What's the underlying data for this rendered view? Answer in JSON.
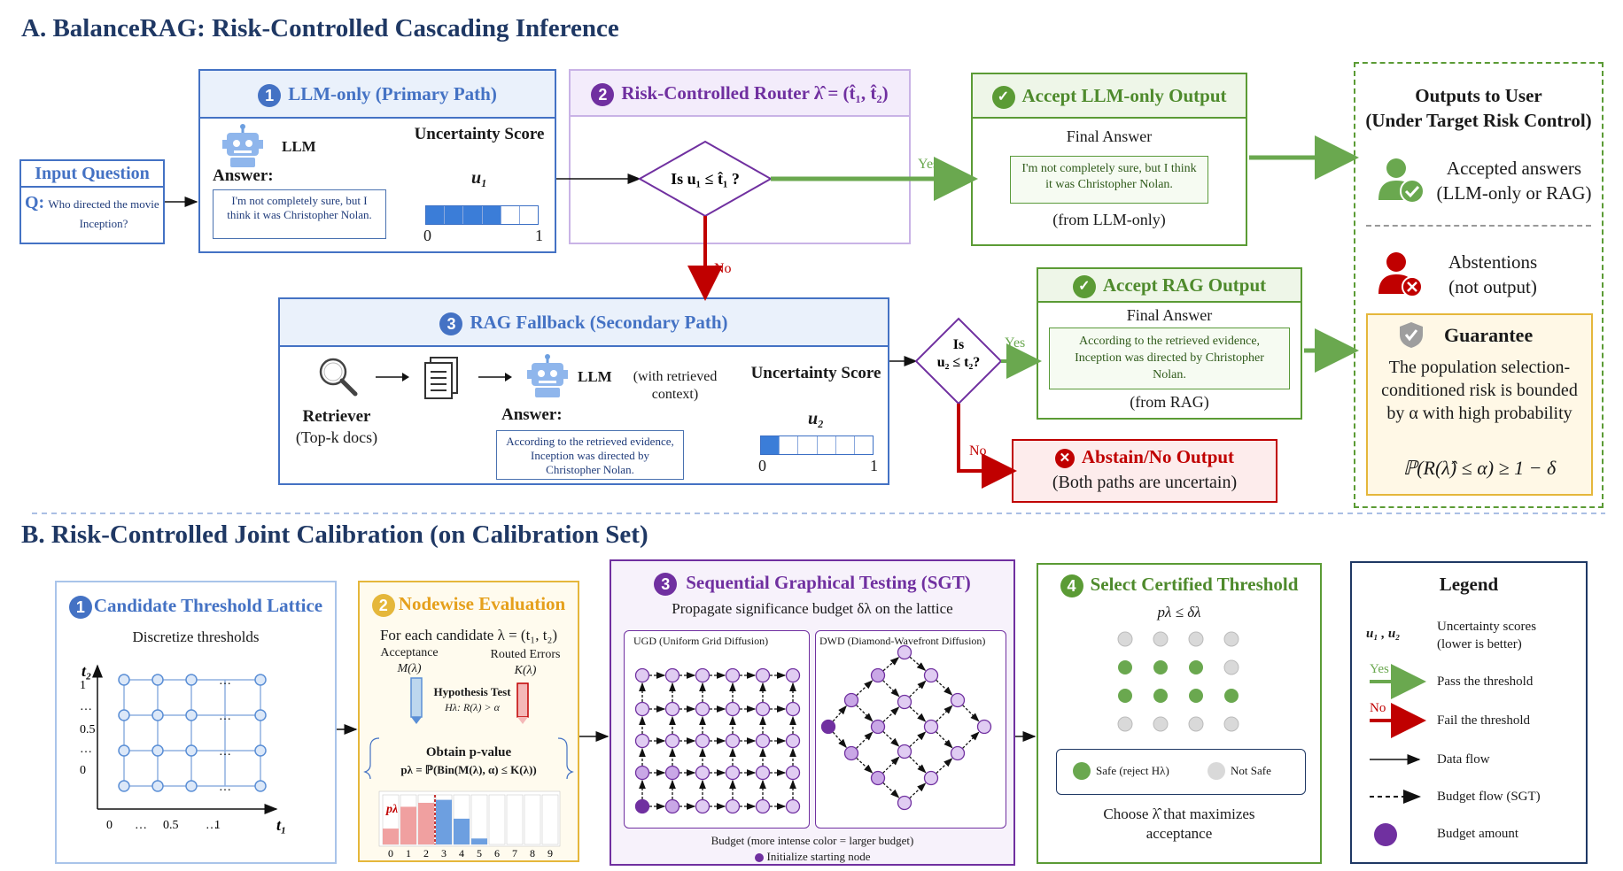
{
  "sectionA": {
    "title": "A. BalanceRAG: Risk-Controlled Cascading Inference",
    "input": {
      "title": "Input Question",
      "q_label": "Q:",
      "q_text": "Who directed the movie Inception?"
    },
    "llm": {
      "num": "1",
      "title": "LLM-only (Primary Path)",
      "model": "LLM",
      "answer_label": "Answer:",
      "answer": "I'm not completely sure, but I think it was Christopher Nolan.",
      "unc_title": "Uncertainty Score",
      "unc_var": "u₁",
      "bar_filled": 4,
      "bar_total": 6,
      "min": "0",
      "max": "1"
    },
    "router": {
      "num": "2",
      "title": "Risk-Controlled Router λ̂ = (t̂₁, t̂₂)",
      "decision": "Is  u₁ ≤ t̂₁ ?",
      "yes": "Yes",
      "no": "No"
    },
    "accept_llm": {
      "title": "Accept LLM-only Output",
      "final": "Final Answer",
      "answer": "I'm not completely sure, but I think it was Christopher Nolan.",
      "source": "(from LLM-only)"
    },
    "rag": {
      "num": "3",
      "title": "RAG Fallback (Secondary Path)",
      "retriever": "Retriever",
      "retriever_sub": "(Top-k docs)",
      "model": "LLM",
      "model_sub": "(with retrieved context)",
      "answer_label": "Answer:",
      "answer": "According to the retrieved evidence, Inception was directed by Christopher Nolan.",
      "unc_title": "Uncertainty Score",
      "unc_var": "u₂",
      "bar_filled": 1,
      "bar_total": 6,
      "min": "0",
      "max": "1"
    },
    "router2": {
      "line1": "Is",
      "line2": "u₂ ≤ t₂?",
      "yes": "Yes",
      "no": "No"
    },
    "accept_rag": {
      "title": "Accept RAG Output",
      "final": "Final Answer",
      "answer": "According to the retrieved evidence, Inception was directed by Christopher Nolan.",
      "source": "(from RAG)"
    },
    "abstain": {
      "title": "Abstain/No Output",
      "sub": "(Both paths are uncertain)"
    },
    "outputs": {
      "title1": "Outputs to User",
      "title2": "(Under Target Risk Control)",
      "accepted1": "Accepted answers",
      "accepted2": "(LLM-only or RAG)",
      "abst1": "Abstentions",
      "abst2": "(not output)",
      "guar_title": "Guarantee",
      "guar_text": "The population selection-conditioned risk is bounded by α with high probability",
      "guar_formula": "ℙ(R(λ̂) ≤ α) ≥ 1 − δ"
    }
  },
  "sectionB": {
    "title": "B. Risk-Controlled Joint Calibration (on Calibration Set)",
    "lattice": {
      "num": "1",
      "title": "Candidate Threshold Lattice",
      "sub": "Discretize thresholds",
      "y_axis": "t₂",
      "x_axis": "t₁",
      "y_ticks": [
        "1",
        "…",
        "0.5",
        "…",
        "0"
      ],
      "x_ticks": [
        "0",
        "…",
        "0.5",
        "…",
        "1"
      ],
      "dots": "…"
    },
    "nodewise": {
      "num": "2",
      "title": "Nodewise Evaluation",
      "sub": "For each candidate λ = (t₁, t₂)",
      "acc1": "Acceptance",
      "acc2": "M(λ)",
      "err1": "Routed Errors",
      "err2": "K(λ)",
      "ht1": "Hypothesis Test",
      "ht2": "Hλ: R(λ) > α",
      "pv1": "Obtain p-value",
      "pv2": "pλ = ℙ(Bin(M(λ), α) ≤ K(λ))",
      "hist_label": "pλ",
      "hist_ticks": [
        "0",
        "1",
        "2",
        "3",
        "4",
        "5",
        "6",
        "7",
        "8",
        "9"
      ],
      "hist_values": [
        0.16,
        0.38,
        0.42,
        0.45,
        0.26,
        0.06,
        0,
        0,
        0,
        0
      ]
    },
    "sgt": {
      "num": "3",
      "title": "Sequential Graphical Testing (SGT)",
      "sub": "Propagate significance budget δλ on the lattice",
      "ugd": "UGD (Uniform Grid Diffusion)",
      "dwd": "DWD (Diamond-Wavefront Diffusion)",
      "budget": "Budget (more intense color = larger budget)",
      "init": "Initialize starting node"
    },
    "select": {
      "num": "4",
      "title": "Select Certified Threshold",
      "cond": "pλ ≤ δλ",
      "safe": "Safe (reject Hλ)",
      "notsafe": "Not Safe",
      "choose1": "Choose λ̂ that maximizes",
      "choose2": "acceptance"
    },
    "legend": {
      "title": "Legend",
      "unc_sym": "u₁ , u₂",
      "unc1": "Uncertainty scores",
      "unc2": "(lower is better)",
      "yes": "Yes",
      "pass": "Pass the threshold",
      "no": "No",
      "fail": "Fail the threshold",
      "data": "Data flow",
      "budget": "Budget flow (SGT)",
      "amount": "Budget amount"
    }
  },
  "colors": {
    "blue": "#4472c4",
    "purple": "#7030a0",
    "green": "#5b9b35",
    "red": "#c00000",
    "gold": "#e5b73b",
    "navy": "#1f3864"
  }
}
